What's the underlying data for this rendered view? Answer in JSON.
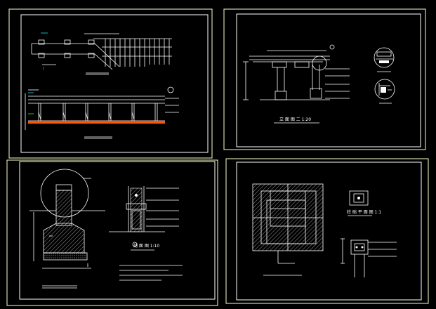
{
  "sheets": [
    {
      "id": "sheet-1",
      "caption": ""
    },
    {
      "id": "sheet-2",
      "caption": "立  面  图 二  1:20"
    },
    {
      "id": "sheet-3",
      "caption": "剖 面 图  1:10"
    },
    {
      "id": "sheet-4",
      "caption": "柱 础 平 面 图  1:1"
    }
  ],
  "colors": {
    "background": "#000000",
    "frame": "#ffffff",
    "outer_frame": "#ffffcc",
    "hatch": "#ffffff",
    "accent_cyan": "#00e5ff",
    "accent_green": "#22ff22",
    "accent_yellow": "#ffff00",
    "accent_red": "#ff3030"
  }
}
